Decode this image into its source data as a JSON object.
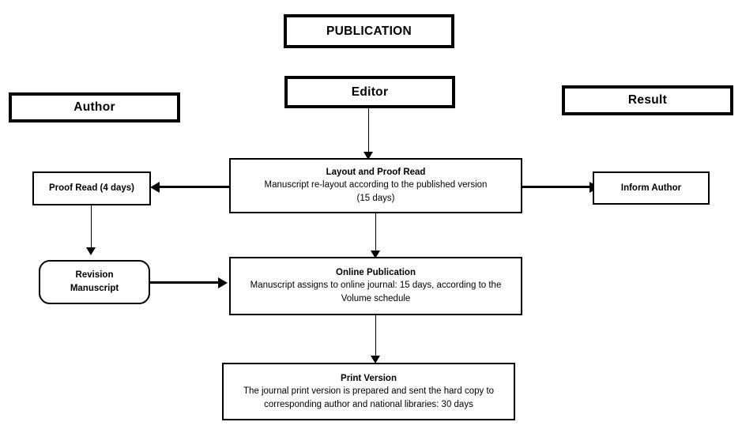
{
  "diagram": {
    "title": "PUBLICATION",
    "columns": {
      "left": "Author",
      "center": "Editor",
      "right": "Result"
    },
    "nodes": {
      "publication": {
        "label": "PUBLICATION"
      },
      "editor": {
        "label": "Editor"
      },
      "author": {
        "label": "Author"
      },
      "result": {
        "label": "Result"
      },
      "layout_proof_read": {
        "title": "Layout and Proof Read",
        "desc_line1": "Manuscript re-layout according to the published version",
        "desc_line2": "(15 days)"
      },
      "proof_read": {
        "label": "Proof Read (4 days)"
      },
      "inform_author": {
        "label": "Inform Author"
      },
      "revision_manuscript": {
        "line1": "Revision",
        "line2": "Manuscript"
      },
      "online_publication": {
        "title": "Online Publication",
        "desc_line1": "Manuscript assigns to online journal: 15 days, according to the",
        "desc_line2": "Volume schedule"
      },
      "print_version": {
        "title": "Print Version",
        "desc_line1": "The journal print version is prepared and sent the hard copy to",
        "desc_line2": "corresponding author and national libraries: 30 days"
      }
    },
    "colors": {
      "stroke": "#000000",
      "background": "#ffffff"
    }
  }
}
